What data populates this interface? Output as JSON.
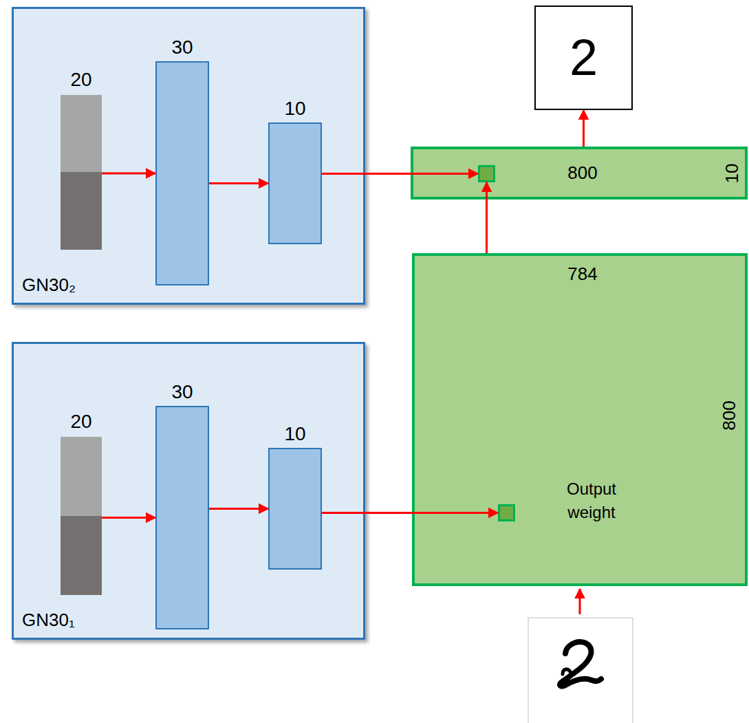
{
  "diagram": {
    "nodes": [
      {
        "text": [
          "GN30₂"
        ]
      },
      {
        "text": [
          "20"
        ],
        "in": 0
      },
      {
        "text": [
          "30"
        ],
        "in": 0
      },
      {
        "text": [
          "10"
        ],
        "in": 0
      },
      {
        "text": [
          "2"
        ]
      },
      {
        "text": [
          "800",
          "10"
        ]
      },
      {
        "text": [
          "GN30₁"
        ]
      },
      {
        "text": [
          "20"
        ],
        "in": 6
      },
      {
        "text": [
          "30"
        ],
        "in": 6
      },
      {
        "text": [
          "10"
        ],
        "in": 6
      },
      {
        "text": [
          "784",
          "800",
          "Output weight"
        ]
      }
    ],
    "edges": [
      {
        "from": 1,
        "to": 2,
        "arrow": "to"
      },
      {
        "from": 2,
        "to": 3,
        "arrow": "to"
      },
      {
        "from": 3,
        "to": 5,
        "arrow": "to"
      },
      {
        "from": 7,
        "to": 8,
        "arrow": "to"
      },
      {
        "from": 8,
        "to": 9,
        "arrow": "to"
      },
      {
        "from": 9,
        "to": 10,
        "arrow": "to"
      },
      {
        "from": 10,
        "to": 5,
        "arrow": "to"
      },
      {
        "from": 5,
        "to": 4,
        "arrow": "to"
      }
    ]
  }
}
